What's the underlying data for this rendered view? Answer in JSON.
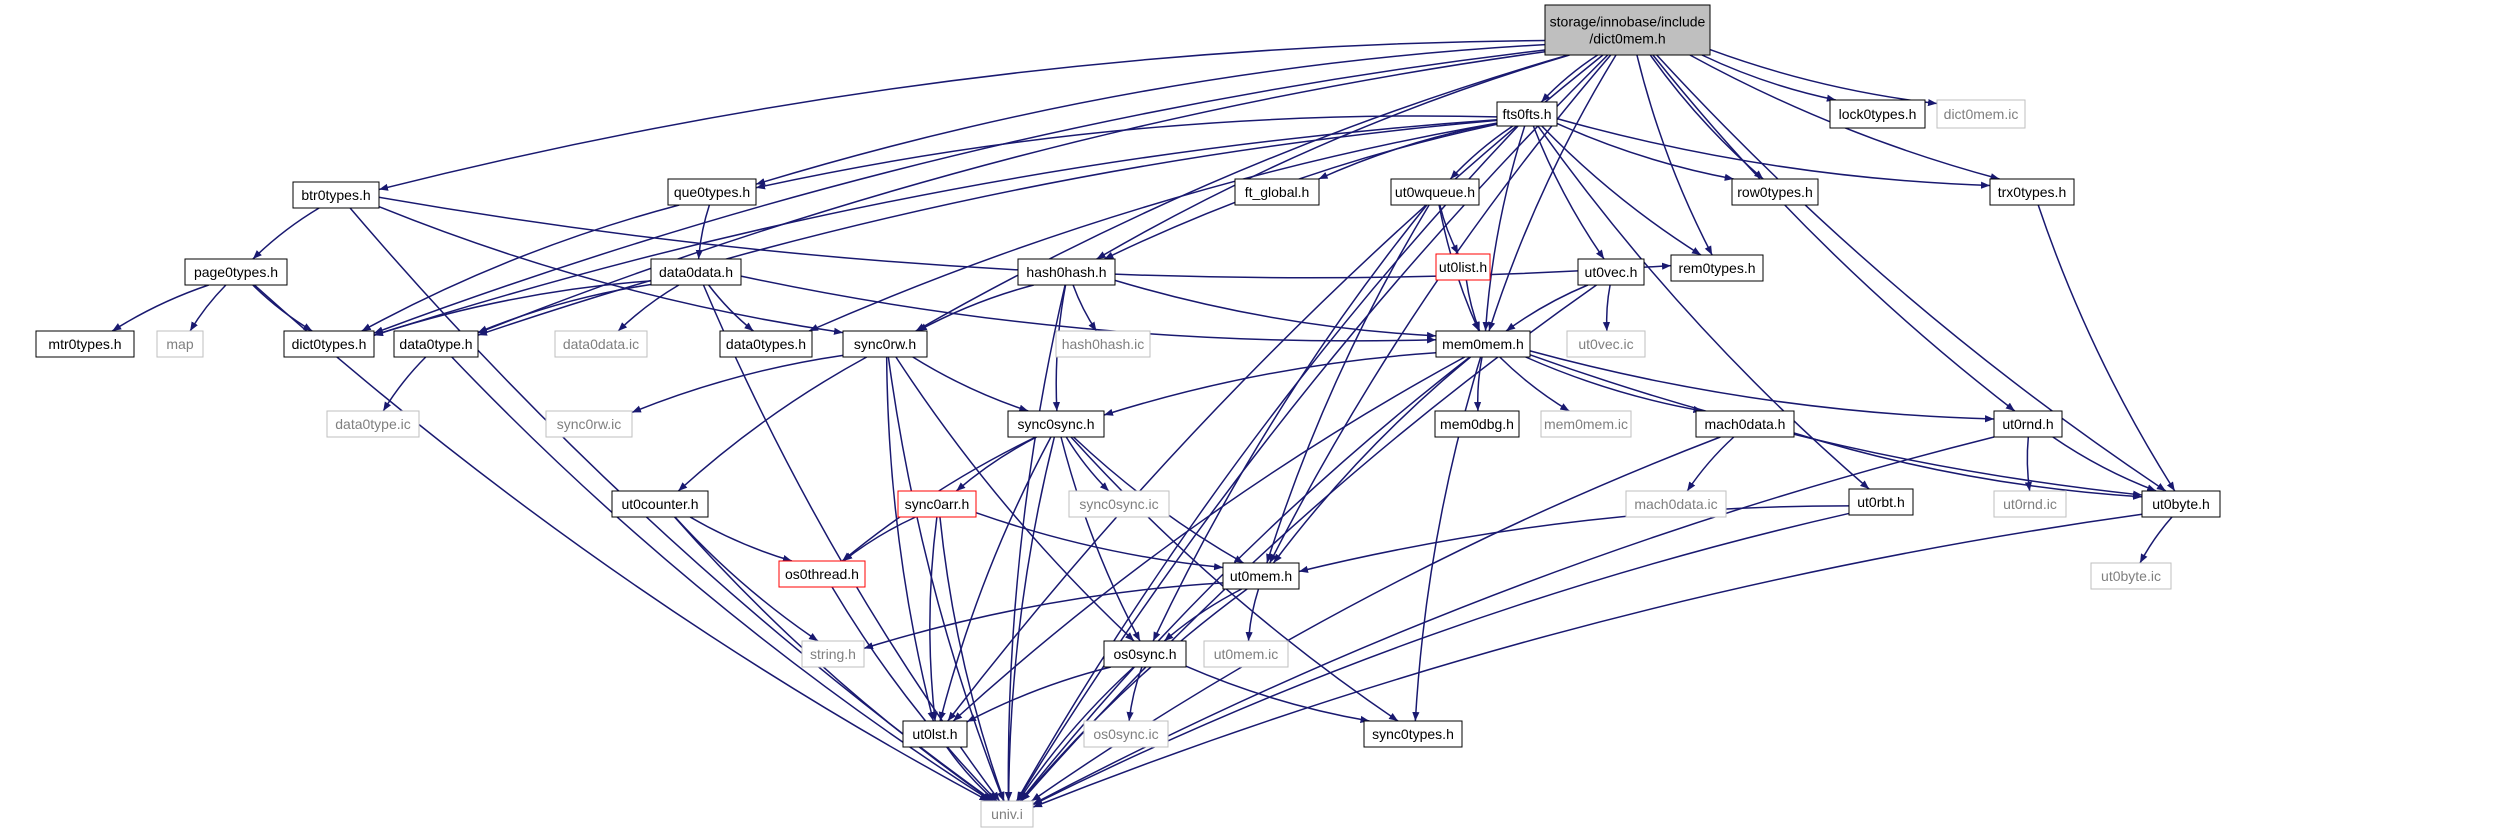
{
  "diagram": {
    "type": "include-dependency-graph",
    "colors": {
      "edge": "#191970",
      "node_border_normal": "#000000",
      "node_border_truncated": "#ff0000",
      "node_border_leaf": "#bfbfbf",
      "node_fill_root": "#bfbfbf",
      "node_fill": "#ffffff",
      "text_normal": "#000000",
      "text_leaf": "#7f7f7f"
    },
    "nodes": [
      {
        "id": "root",
        "label_lines": [
          "storage/innobase/include",
          "/dict0mem.h"
        ],
        "style": "root"
      },
      {
        "id": "fts0fts",
        "label_lines": [
          "fts0fts.h"
        ],
        "style": "normal"
      },
      {
        "id": "lock0types",
        "label_lines": [
          "lock0types.h"
        ],
        "style": "normal"
      },
      {
        "id": "dict0mem_ic",
        "label_lines": [
          "dict0mem.ic"
        ],
        "style": "leaf"
      },
      {
        "id": "btr0types",
        "label_lines": [
          "btr0types.h"
        ],
        "style": "normal"
      },
      {
        "id": "que0types",
        "label_lines": [
          "que0types.h"
        ],
        "style": "normal"
      },
      {
        "id": "ft_global",
        "label_lines": [
          "ft_global.h"
        ],
        "style": "normal"
      },
      {
        "id": "ut0wqueue",
        "label_lines": [
          "ut0wqueue.h"
        ],
        "style": "normal"
      },
      {
        "id": "row0types",
        "label_lines": [
          "row0types.h"
        ],
        "style": "normal"
      },
      {
        "id": "trx0types",
        "label_lines": [
          "trx0types.h"
        ],
        "style": "normal"
      },
      {
        "id": "page0types",
        "label_lines": [
          "page0types.h"
        ],
        "style": "normal"
      },
      {
        "id": "data0data",
        "label_lines": [
          "data0data.h"
        ],
        "style": "normal"
      },
      {
        "id": "hash0hash",
        "label_lines": [
          "hash0hash.h"
        ],
        "style": "normal"
      },
      {
        "id": "ut0list",
        "label_lines": [
          "ut0list.h"
        ],
        "style": "truncated"
      },
      {
        "id": "ut0vec",
        "label_lines": [
          "ut0vec.h"
        ],
        "style": "normal"
      },
      {
        "id": "rem0types",
        "label_lines": [
          "rem0types.h"
        ],
        "style": "normal"
      },
      {
        "id": "mtr0types",
        "label_lines": [
          "mtr0types.h"
        ],
        "style": "normal"
      },
      {
        "id": "map",
        "label_lines": [
          "map"
        ],
        "style": "leaf"
      },
      {
        "id": "dict0types",
        "label_lines": [
          "dict0types.h"
        ],
        "style": "normal"
      },
      {
        "id": "data0type",
        "label_lines": [
          "data0type.h"
        ],
        "style": "normal"
      },
      {
        "id": "data0data_ic",
        "label_lines": [
          "data0data.ic"
        ],
        "style": "leaf"
      },
      {
        "id": "data0types",
        "label_lines": [
          "data0types.h"
        ],
        "style": "normal"
      },
      {
        "id": "sync0rw",
        "label_lines": [
          "sync0rw.h"
        ],
        "style": "normal"
      },
      {
        "id": "hash0hash_ic",
        "label_lines": [
          "hash0hash.ic"
        ],
        "style": "leaf"
      },
      {
        "id": "mem0mem",
        "label_lines": [
          "mem0mem.h"
        ],
        "style": "normal"
      },
      {
        "id": "ut0vec_ic",
        "label_lines": [
          "ut0vec.ic"
        ],
        "style": "leaf"
      },
      {
        "id": "data0type_ic",
        "label_lines": [
          "data0type.ic"
        ],
        "style": "leaf"
      },
      {
        "id": "sync0rw_ic",
        "label_lines": [
          "sync0rw.ic"
        ],
        "style": "leaf"
      },
      {
        "id": "sync0sync",
        "label_lines": [
          "sync0sync.h"
        ],
        "style": "normal"
      },
      {
        "id": "mem0dbg",
        "label_lines": [
          "mem0dbg.h"
        ],
        "style": "normal"
      },
      {
        "id": "mem0mem_ic",
        "label_lines": [
          "mem0mem.ic"
        ],
        "style": "leaf"
      },
      {
        "id": "mach0data",
        "label_lines": [
          "mach0data.h"
        ],
        "style": "normal"
      },
      {
        "id": "ut0rnd",
        "label_lines": [
          "ut0rnd.h"
        ],
        "style": "normal"
      },
      {
        "id": "ut0counter",
        "label_lines": [
          "ut0counter.h"
        ],
        "style": "normal"
      },
      {
        "id": "sync0arr",
        "label_lines": [
          "sync0arr.h"
        ],
        "style": "truncated"
      },
      {
        "id": "sync0sync_ic",
        "label_lines": [
          "sync0sync.ic"
        ],
        "style": "leaf"
      },
      {
        "id": "ut0rbt",
        "label_lines": [
          "ut0rbt.h"
        ],
        "style": "normal"
      },
      {
        "id": "mach0data_ic",
        "label_lines": [
          "mach0data.ic"
        ],
        "style": "leaf"
      },
      {
        "id": "ut0rnd_ic",
        "label_lines": [
          "ut0rnd.ic"
        ],
        "style": "leaf"
      },
      {
        "id": "ut0byte",
        "label_lines": [
          "ut0byte.h"
        ],
        "style": "normal"
      },
      {
        "id": "os0thread",
        "label_lines": [
          "os0thread.h"
        ],
        "style": "truncated"
      },
      {
        "id": "ut0mem",
        "label_lines": [
          "ut0mem.h"
        ],
        "style": "normal"
      },
      {
        "id": "ut0byte_ic",
        "label_lines": [
          "ut0byte.ic"
        ],
        "style": "leaf"
      },
      {
        "id": "string",
        "label_lines": [
          "string.h"
        ],
        "style": "leaf"
      },
      {
        "id": "os0sync",
        "label_lines": [
          "os0sync.h"
        ],
        "style": "normal"
      },
      {
        "id": "ut0mem_ic",
        "label_lines": [
          "ut0mem.ic"
        ],
        "style": "leaf"
      },
      {
        "id": "ut0lst",
        "label_lines": [
          "ut0lst.h"
        ],
        "style": "normal"
      },
      {
        "id": "os0sync_ic",
        "label_lines": [
          "os0sync.ic"
        ],
        "style": "leaf"
      },
      {
        "id": "sync0types",
        "label_lines": [
          "sync0types.h"
        ],
        "style": "normal"
      },
      {
        "id": "univ",
        "label_lines": [
          "univ.i"
        ],
        "style": "leaf"
      }
    ],
    "edges": [
      [
        "root",
        "fts0fts"
      ],
      [
        "root",
        "lock0types"
      ],
      [
        "root",
        "dict0mem_ic"
      ],
      [
        "root",
        "btr0types"
      ],
      [
        "root",
        "que0types"
      ],
      [
        "root",
        "row0types"
      ],
      [
        "root",
        "trx0types"
      ],
      [
        "root",
        "hash0hash"
      ],
      [
        "root",
        "rem0types"
      ],
      [
        "root",
        "dict0types"
      ],
      [
        "root",
        "data0type"
      ],
      [
        "root",
        "sync0rw"
      ],
      [
        "root",
        "mem0mem"
      ],
      [
        "root",
        "ut0rnd"
      ],
      [
        "root",
        "ut0byte"
      ],
      [
        "root",
        "ut0mem"
      ],
      [
        "root",
        "ut0lst"
      ],
      [
        "root",
        "univ"
      ],
      [
        "fts0fts",
        "que0types"
      ],
      [
        "fts0fts",
        "ft_global"
      ],
      [
        "fts0fts",
        "ut0wqueue"
      ],
      [
        "fts0fts",
        "row0types"
      ],
      [
        "fts0fts",
        "trx0types"
      ],
      [
        "fts0fts",
        "hash0hash"
      ],
      [
        "fts0fts",
        "ut0vec"
      ],
      [
        "fts0fts",
        "rem0types"
      ],
      [
        "fts0fts",
        "dict0types"
      ],
      [
        "fts0fts",
        "data0type"
      ],
      [
        "fts0fts",
        "data0types"
      ],
      [
        "fts0fts",
        "mem0mem"
      ],
      [
        "fts0fts",
        "ut0rbt"
      ],
      [
        "fts0fts",
        "univ"
      ],
      [
        "btr0types",
        "page0types"
      ],
      [
        "btr0types",
        "rem0types"
      ],
      [
        "btr0types",
        "sync0rw"
      ],
      [
        "btr0types",
        "univ"
      ],
      [
        "que0types",
        "data0data"
      ],
      [
        "que0types",
        "dict0types"
      ],
      [
        "ut0wqueue",
        "ut0list"
      ],
      [
        "ut0wqueue",
        "mem0mem"
      ],
      [
        "ut0wqueue",
        "ut0mem"
      ],
      [
        "ut0wqueue",
        "os0sync"
      ],
      [
        "trx0types",
        "ut0byte"
      ],
      [
        "page0types",
        "mtr0types"
      ],
      [
        "page0types",
        "map"
      ],
      [
        "page0types",
        "dict0types"
      ],
      [
        "page0types",
        "univ"
      ],
      [
        "data0data",
        "dict0types"
      ],
      [
        "data0data",
        "data0type"
      ],
      [
        "data0data",
        "data0data_ic"
      ],
      [
        "data0data",
        "data0types"
      ],
      [
        "data0data",
        "mem0mem"
      ],
      [
        "data0data",
        "univ"
      ],
      [
        "hash0hash",
        "sync0rw"
      ],
      [
        "hash0hash",
        "hash0hash_ic"
      ],
      [
        "hash0hash",
        "mem0mem"
      ],
      [
        "hash0hash",
        "sync0sync"
      ],
      [
        "hash0hash",
        "univ"
      ],
      [
        "ut0list",
        "mem0mem"
      ],
      [
        "ut0vec",
        "mem0mem"
      ],
      [
        "ut0vec",
        "ut0vec_ic"
      ],
      [
        "ut0vec",
        "univ"
      ],
      [
        "data0type",
        "data0type_ic"
      ],
      [
        "data0type",
        "univ"
      ],
      [
        "sync0rw",
        "sync0rw_ic"
      ],
      [
        "sync0rw",
        "sync0sync"
      ],
      [
        "sync0rw",
        "ut0counter"
      ],
      [
        "sync0rw",
        "os0sync"
      ],
      [
        "sync0rw",
        "ut0lst"
      ],
      [
        "sync0rw",
        "univ"
      ],
      [
        "mem0mem",
        "sync0sync"
      ],
      [
        "mem0mem",
        "mem0dbg"
      ],
      [
        "mem0mem",
        "mem0mem_ic"
      ],
      [
        "mem0mem",
        "mach0data"
      ],
      [
        "mem0mem",
        "ut0rnd"
      ],
      [
        "mem0mem",
        "ut0byte"
      ],
      [
        "mem0mem",
        "ut0mem"
      ],
      [
        "mem0mem",
        "sync0types"
      ],
      [
        "mem0mem",
        "ut0lst"
      ],
      [
        "mem0mem",
        "univ"
      ],
      [
        "sync0sync",
        "sync0arr"
      ],
      [
        "sync0sync",
        "sync0sync_ic"
      ],
      [
        "sync0sync",
        "os0thread"
      ],
      [
        "sync0sync",
        "ut0mem"
      ],
      [
        "sync0sync",
        "os0sync"
      ],
      [
        "sync0sync",
        "ut0lst"
      ],
      [
        "sync0sync",
        "sync0types"
      ],
      [
        "sync0sync",
        "univ"
      ],
      [
        "mach0data",
        "mach0data_ic"
      ],
      [
        "mach0data",
        "ut0byte"
      ],
      [
        "mach0data",
        "univ"
      ],
      [
        "ut0rnd",
        "ut0rnd_ic"
      ],
      [
        "ut0rnd",
        "ut0byte"
      ],
      [
        "ut0rnd",
        "univ"
      ],
      [
        "ut0counter",
        "os0thread"
      ],
      [
        "ut0counter",
        "string"
      ],
      [
        "ut0counter",
        "univ"
      ],
      [
        "sync0arr",
        "os0thread"
      ],
      [
        "sync0arr",
        "ut0mem"
      ],
      [
        "sync0arr",
        "ut0lst"
      ],
      [
        "sync0arr",
        "univ"
      ],
      [
        "ut0rbt",
        "ut0mem"
      ],
      [
        "ut0rbt",
        "univ"
      ],
      [
        "ut0byte",
        "ut0byte_ic"
      ],
      [
        "ut0byte",
        "univ"
      ],
      [
        "os0thread",
        "univ"
      ],
      [
        "ut0mem",
        "string"
      ],
      [
        "ut0mem",
        "os0sync"
      ],
      [
        "ut0mem",
        "ut0mem_ic"
      ],
      [
        "ut0mem",
        "univ"
      ],
      [
        "os0sync",
        "ut0lst"
      ],
      [
        "os0sync",
        "os0sync_ic"
      ],
      [
        "os0sync",
        "sync0types"
      ],
      [
        "os0sync",
        "univ"
      ],
      [
        "ut0lst",
        "univ"
      ]
    ]
  }
}
